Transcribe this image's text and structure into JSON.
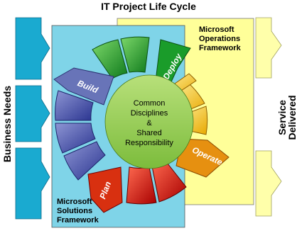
{
  "title": "IT Project Life Cycle",
  "left_label": "Business Needs",
  "right_label_line1": "Service",
  "right_label_line2": "Delivered",
  "mof_line1": "Microsoft",
  "mof_line2": "Operations",
  "mof_line3": "Framework",
  "msf_line1": "Microsoft",
  "msf_line2": "Solutions",
  "msf_line3": "Framework",
  "center_line1": "Common",
  "center_line2": "Disciplines",
  "center_line3": "&",
  "center_line4": "Shared",
  "center_line5": "Responsibility",
  "phases": {
    "build": "Build",
    "deploy": "Deploy",
    "operate": "Operate",
    "plan": "Plan"
  },
  "colors": {
    "arrow_cyan": "#1aaad0",
    "arrow_yellow": "#ffffaa",
    "msf_panel": "#7fd4e8",
    "mof_panel": "#ffff99",
    "center_circle": "#9ccc5c",
    "build": "#6874b8",
    "deploy": "#1a9c2a",
    "operate": "#e69010",
    "plan": "#d83010",
    "build_seg": "#3a48a0",
    "deploy_seg": "#3aa83a",
    "operate_seg": "#f0c030",
    "plan_seg": "#d02018"
  }
}
